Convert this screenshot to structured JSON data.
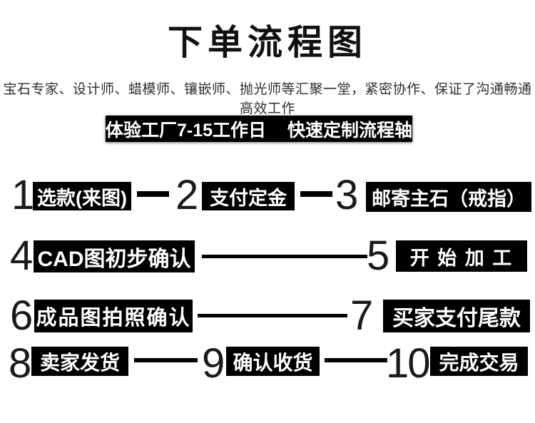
{
  "title": "下单流程图",
  "subtitle": "宝石专家、设计师、蜡模师、镶嵌师、抛光师等汇聚一堂，紧密协作、保证了沟通畅通高效工作",
  "banner": {
    "left": "体验工厂7-15工作日",
    "right": "快速定制流程轴"
  },
  "steps": [
    {
      "num": "1",
      "label": "选款(来图)"
    },
    {
      "num": "2",
      "label": "支付定金"
    },
    {
      "num": "3",
      "label": "邮寄主石（戒指）"
    },
    {
      "num": "4",
      "label": "CAD图初步确认"
    },
    {
      "num": "5",
      "label": "开 始 加 工"
    },
    {
      "num": "6",
      "label": "成品图拍照确认"
    },
    {
      "num": "7",
      "label": "买家支付尾款"
    },
    {
      "num": "8",
      "label": "卖家发货"
    },
    {
      "num": "9",
      "label": "确认收货"
    },
    {
      "num": "10",
      "label": "完成交易"
    }
  ],
  "colors": {
    "box_bg": "#000000",
    "box_text": "#ffffff",
    "page_bg": "#ffffff",
    "ink": "#111111"
  }
}
